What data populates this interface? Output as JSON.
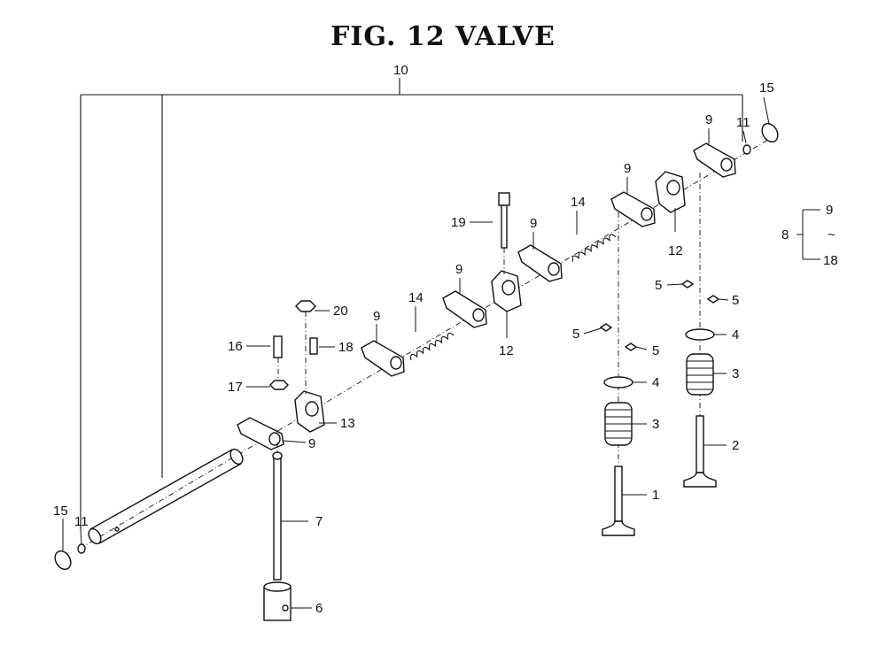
{
  "title": "FIG. 12  VALVE",
  "callouts": {
    "c10": "10",
    "c15a": "15",
    "c15b": "15",
    "c11a": "11",
    "c11b": "11",
    "c9a": "9",
    "c9b": "9",
    "c9c": "9",
    "c9d": "9",
    "c9e": "9",
    "c9f": "9",
    "c12a": "12",
    "c12b": "12",
    "c14a": "14",
    "c14b": "14",
    "c19": "19",
    "c20": "20",
    "c16": "16",
    "c17": "17",
    "c18": "18",
    "c13": "13",
    "c7": "7",
    "c6": "6",
    "c5a": "5",
    "c5b": "5",
    "c5c": "5",
    "c5d": "5",
    "c4a": "4",
    "c4b": "4",
    "c3a": "3",
    "c3b": "3",
    "c1": "1",
    "c2": "2"
  },
  "range_note": {
    "parent": "8",
    "from": "9",
    "tilde": "~",
    "to": "18"
  }
}
